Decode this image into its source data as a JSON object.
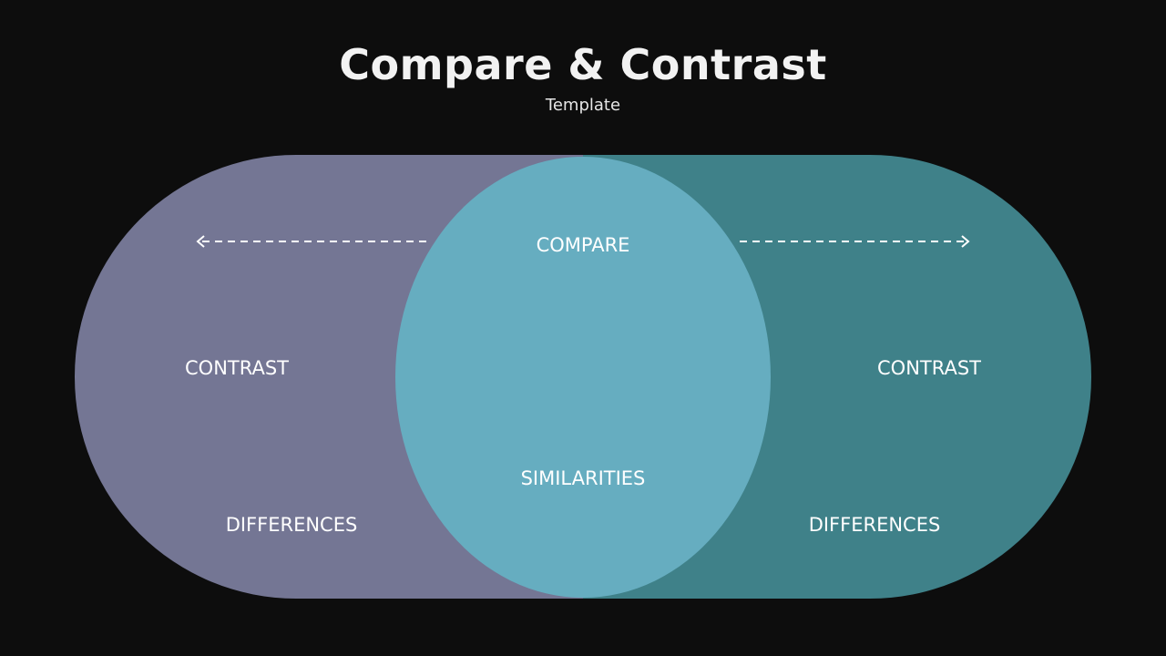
{
  "header": {
    "title": "Compare & Contrast",
    "subtitle": "Template"
  },
  "diagram": {
    "center": {
      "top_label": "COMPARE",
      "bottom_label": "SIMILARITIES"
    },
    "left": {
      "label": "CONTRAST",
      "sub_label": "DIFFERENCES"
    },
    "right": {
      "label": "CONTRAST",
      "sub_label": "DIFFERENCES"
    }
  },
  "colors": {
    "background": "#0d0d0d",
    "left": "#747694",
    "right": "#3f8189",
    "center": "#66adc0"
  }
}
